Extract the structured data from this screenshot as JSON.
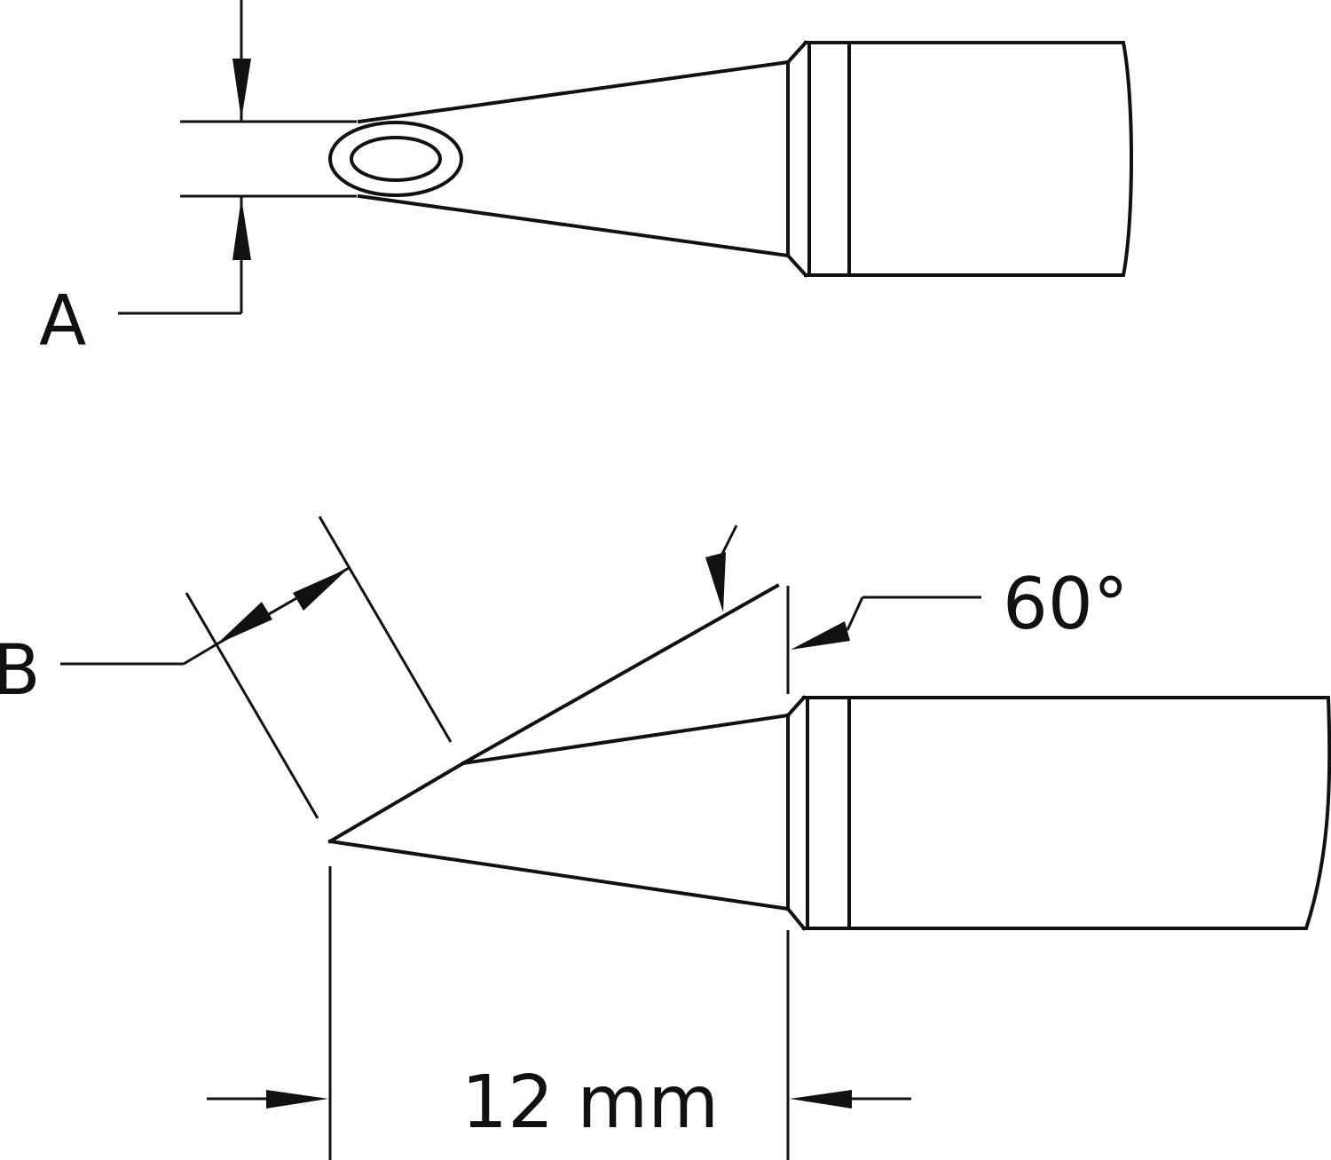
{
  "figure": {
    "kind": "soldering tip technical drawing",
    "top_view": {
      "dimension_label": "A"
    },
    "side_view": {
      "dimension_label": "B",
      "angle_label": "60°",
      "length_label": "12 mm"
    }
  },
  "colors": {
    "line": "#111111",
    "background": "#ffffff"
  }
}
